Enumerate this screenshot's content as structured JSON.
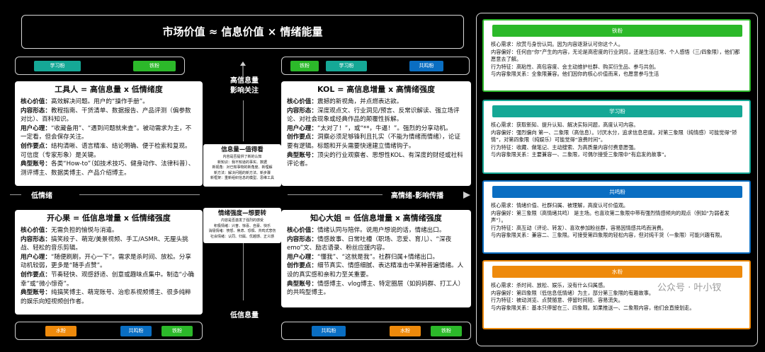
{
  "header": {
    "title": "市场价值 ≈ 信息价值 × 情绪能量"
  },
  "axes": {
    "top": "高信息量\n影响关注",
    "bottom": "低信息量",
    "left": "低情绪",
    "right": "高情绪-影响传播"
  },
  "tag_rows": {
    "top_left": [
      "学习粉",
      "铁粉"
    ],
    "top_right": [
      "铁粉",
      "学习粉",
      "共鸣粉"
    ],
    "bottom_left": [
      "水粉",
      "共鸣粉",
      "铁粉"
    ],
    "bottom_right": [
      "共鸣粉",
      "水粉",
      "铁粉"
    ]
  },
  "quadrants": {
    "tl": {
      "title": "工具人 = 高信息量 x 低情绪度",
      "rows": [
        {
          "k": "核心价值：",
          "v": "高效解决问题。用户的“操作手册”。"
        },
        {
          "k": "内容形态：",
          "v": "教程指南、干货清单、数据报告、产品评测（偏参数对比）、百科知识。"
        },
        {
          "k": "用户心理：",
          "v": "“收藏备用”、“遇到问题就来查”。被动需求为主，不一定看，但会保存关注。"
        },
        {
          "k": "创作要点：",
          "v": "结构清晰、语言精准、结论明确、便于检索和复现。可信度（专家形象）是关键。"
        },
        {
          "k": "典型账号：",
          "v": "各类“How-to”（如技术技巧、健身动作、法律科普）、测评博主、数据类博主、产品介绍博主。"
        }
      ]
    },
    "tr": {
      "title": "KOL = 高信息增量 x 高情绪强度",
      "rows": [
        {
          "k": "核心价值：",
          "v": "震撼的新视角，并点燃表达欲。"
        },
        {
          "k": "内容形态：",
          "v": "深度观点文、行业洞见/预言、反常识解读、强立场评论、对社会现象或经典作品的颠覆性拆解。"
        },
        {
          "k": "用户心理：",
          "v": "“太对了！”，或“**，牛逼！”。强烈的分享动机。"
        },
        {
          "k": "创作要点：",
          "v": "洞察必须足够锋利且扎实（不能为情绪而情绪），论证要有逻辑。标题和开头需要快速建立情绪钩子。"
        },
        {
          "k": "典型账号：",
          "v": "顶尖的行业观察者、思想性KOL、有深度的财经或社科评论者。"
        }
      ]
    },
    "bl": {
      "title": "开心果 = 低信息增量 x 低情绪强度",
      "rows": [
        {
          "k": "核心价值：",
          "v": "无需负担的愉悦与消遣。"
        },
        {
          "k": "内容形态：",
          "v": "搞笑段子、萌宠/美景视频、手工/ASMR、无厘头挑战、轻松的音乐剪辑。"
        },
        {
          "k": "用户心理：",
          "v": "“随便刷刷，开心一下”。需求是杀时间、放松。分享动机较弱，更多是“随手点赞”。"
        },
        {
          "k": "创作要点：",
          "v": "节奏轻快、观感舒适、创意或趣味点集中。制造“小确幸”或“微小惊奇”。"
        },
        {
          "k": "典型账号：",
          "v": "纯搞笑博主、萌宠账号、治愈系视频博主、很多纯粹的娱乐向短视频创作者。"
        }
      ]
    },
    "br": {
      "title": "知心大姐 = 低信息增量 x 高情绪强度",
      "rows": [
        {
          "k": "核心价值：",
          "v": "情绪认同与陪伴。说用户想说的话，情绪出口。"
        },
        {
          "k": "内容形态：",
          "v": "情感故事、日常吐槽（职场、恋爱、育儿）、“深夜emo”文、励志语录、粉丝应援内容。"
        },
        {
          "k": "用户心理：",
          "v": "“懂我”、“这就是我”。社群归属+情绪出口。"
        },
        {
          "k": "创作要点：",
          "v": "细节真实、情感细腻、表达精准击中某种普遍情绪。人设的真实感和亲和力至关重要。"
        },
        {
          "k": "典型账号：",
          "v": "情感博主、vlog博主、特定圈层（如妈妈群、打工人）的共鸣型博主。"
        }
      ]
    }
  },
  "center_cards": {
    "info": {
      "title": "信息量—值得看",
      "lines": [
        "内容是否提供了新的认知",
        "新知识：我不知道的事实、数据",
        "新视角：对已知事物的新角度、新理解",
        "新方法：解决问题的新方法、新步骤",
        "新框架：重新组织信息的模型、思维工具"
      ]
    },
    "emotion": {
      "title": "情绪强度—想要转",
      "lines": [
        "内容是否激发了强烈的感受",
        "积极情绪：兴奋、惊喜、自豪、快乐",
        "消极情绪：愤怒、焦虑、恐惧、共鸣式悲伤",
        "社会情绪：认同、归属、优越感、正义感"
      ]
    }
  },
  "right_panel": {
    "cards": [
      {
        "band": "铁粉",
        "color": "#2cb92a",
        "lines": [
          "核心需求：欣赏与身份认同。因为内容逐渐认可你这个人。",
          "内容偏好：任何由“你”产生的内容，无论是高密度的行业洞见，还是生活日常、个人感悟（三/四象限），他们都愿意去了解。",
          "行为特征：高粘性、高包容度、会主动维护社群、购买衍生品、参与共创。",
          "与内容象限关系：全象限兼容。他们因你的核心价值而来，也愿意参与生活"
        ]
      },
      {
        "band": "学习粉",
        "color": "#15a896",
        "lines": [
          "核心需求：获取新知、提升认知、解决实际问题，高度认可内容。",
          "内容偏好：强烈偏向 第一、二象限（高信息）。讨厌水分，追求信息密度。对第三象限（纯情感）可能觉得“矫情”，对第四象限（纯娱乐）可能觉得“浪费时间”。",
          "行为特征：收藏、做笔记、主动搜索、为高质量内容付费意愿强。",
          "与内容象限关系：主要兼容一、二象限，可偶尔接受三象限中“有启发的故事”。"
        ]
      },
      {
        "band": "共鸣粉",
        "color": "#0a6ec2",
        "lines": [
          "核心需求：情绪价值、社群归属、被理解，高度认可价值观。",
          "内容偏好：第三象限（高情绪共鸣） 是主场。也喜欢第二象限中带有强烈情感倾向的观点（例如“为弱者发声”）。",
          "行为特征：高互动（评论、转发）、喜欢参加粉丝群，容易因情感共鸣而消费。",
          "与内容象限关系：兼容二、三象限。可接受第四象限的轻松内容，但对纯干货（一象限）可能兴趣有限。"
        ]
      },
      {
        "band": "水粉",
        "color": "#ee8a0c",
        "lines": [
          "核心需求：杀时间、放松、娱乐，没有什么归属感。",
          "内容偏好：第四象限（低信息低情绪）为主，部分第三象限的有趣故事。",
          "行为特征：被动浏览、点赞随意、停留时间短、容易流失。",
          "与内容象限关系：基本只停留在三、四象限。如果推送一、二象限内容，他们会直接划走。"
        ]
      }
    ]
  },
  "watermark": "公众号 · 叶小钗"
}
